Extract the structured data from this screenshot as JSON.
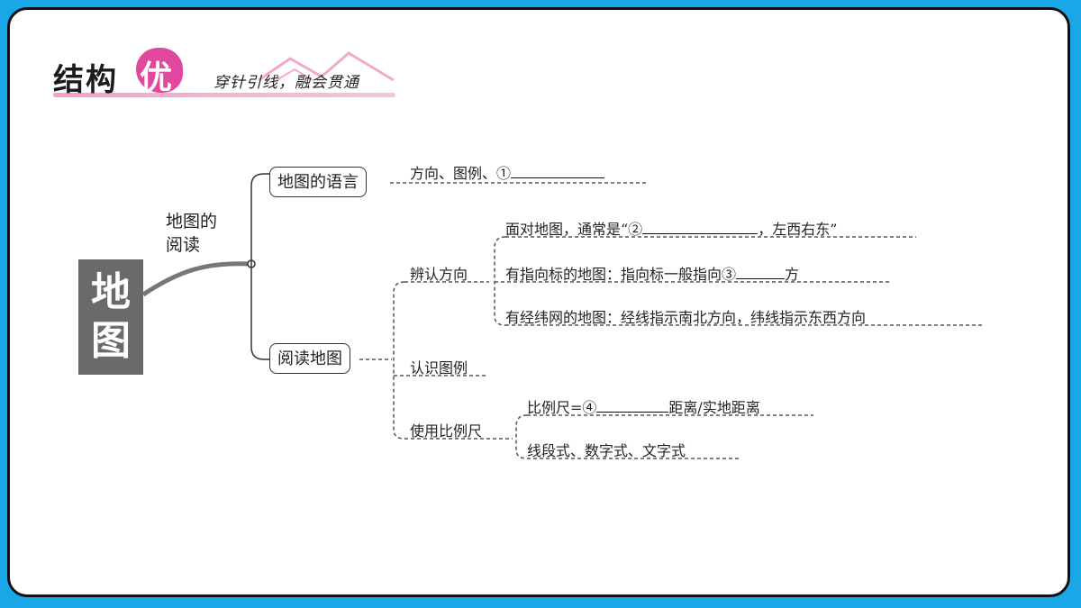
{
  "header": {
    "title": "结构",
    "badge": "优",
    "subtitle": "穿针引线，融会贯通"
  },
  "root": {
    "line1": "地",
    "line2": "图"
  },
  "branch_label": {
    "line1": "地图的",
    "line2": "阅读"
  },
  "nodes": {
    "map_language": "地图的语言",
    "read_map": "阅读地图"
  },
  "leaves": {
    "language_items": "方向、图例、①",
    "direction": "辨认方向",
    "dir_face": "面对地图，通常是“②",
    "dir_face_end": "，左西右东”",
    "dir_arrow": "有指向标的地图：指向标一般指向③",
    "dir_arrow_end": "方",
    "dir_grid": "有经纬网的地图：经线指示南北方向，纬线指示东西方向",
    "legend": "认识图例",
    "scale": "使用比例尺",
    "scale_def": "比例尺=④",
    "scale_def_end": "距离/实地距离",
    "scale_types": "线段式、数字式、文字式"
  }
}
